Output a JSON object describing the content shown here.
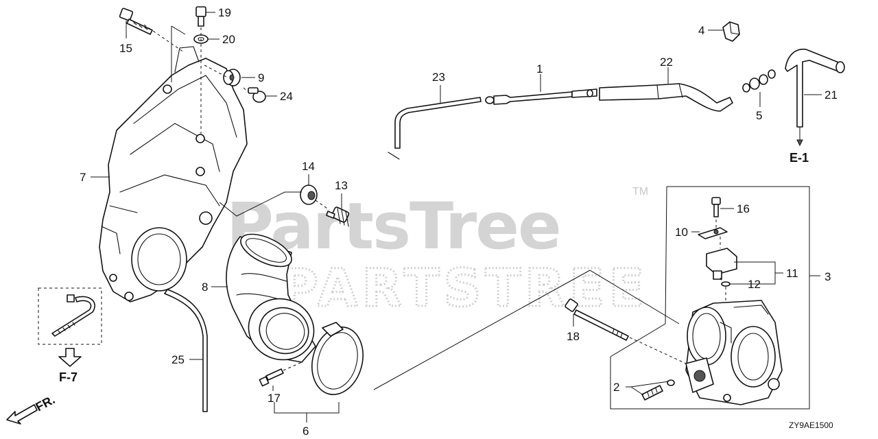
{
  "watermark": {
    "brand": "PartsTree",
    "trademark": "TM",
    "subtitle": "PARTSTREE"
  },
  "diagram_code": "ZY9AE1500",
  "callouts": [
    "1",
    "2",
    "3",
    "4",
    "5",
    "6",
    "7",
    "8",
    "9",
    "10",
    "11",
    "12",
    "13",
    "14",
    "15",
    "16",
    "17",
    "18",
    "19",
    "20",
    "21",
    "22",
    "23",
    "24",
    "25"
  ],
  "references": {
    "e1": "E-1",
    "f7": "F-7",
    "front": "FR."
  }
}
